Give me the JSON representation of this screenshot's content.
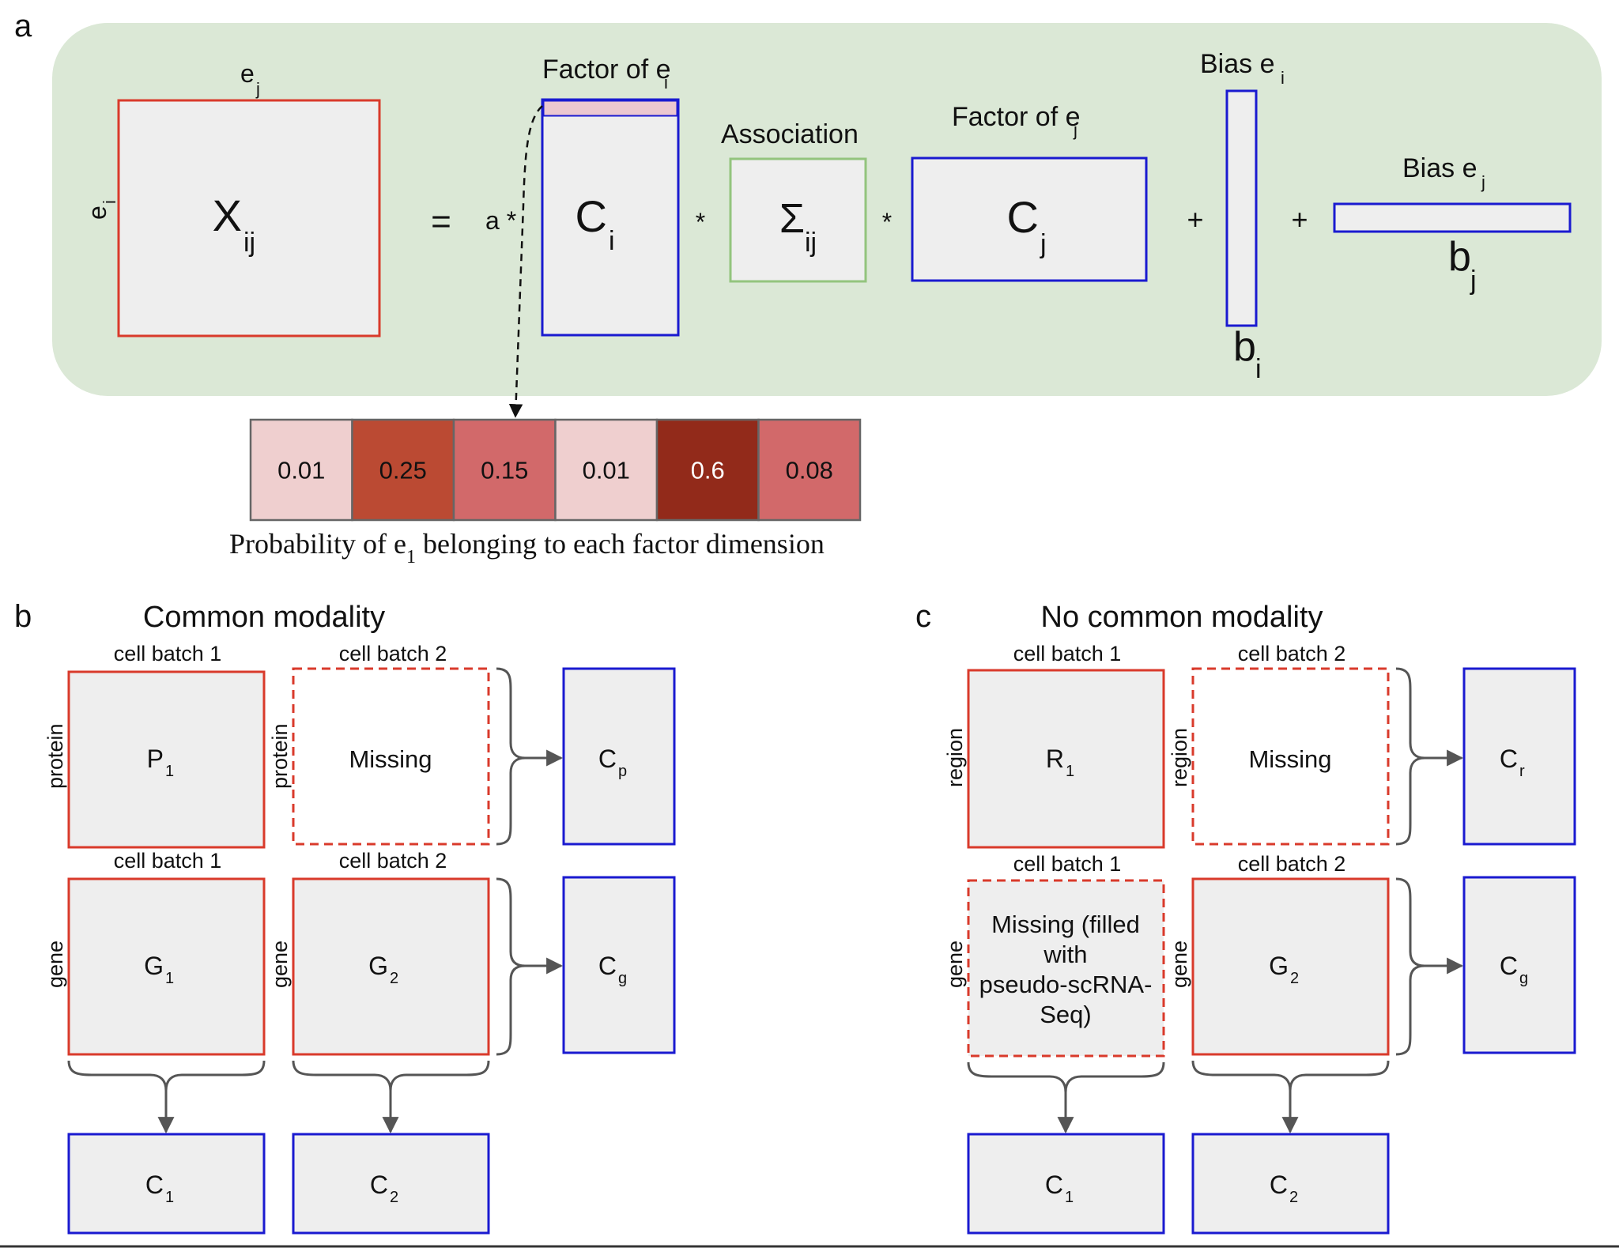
{
  "colors": {
    "panel_bg": "#dbe8d6",
    "box_fill": "#eeeeee",
    "red_border": "#d93a2b",
    "blue_border": "#1a1ad0",
    "green_border": "#93c47d",
    "pink_highlight": "#ecc8d0",
    "connector": "#555555",
    "dark_text": "#111111",
    "heat_text_light": "#ffffff"
  },
  "panel_a": {
    "letter": "a",
    "x_sub": "ij",
    "ej_top": "e",
    "ej_top_sub": "j",
    "ei_side": "e",
    "ei_side_sub": "i",
    "equals": "=",
    "a_times": "a *",
    "factor_ei_label": "Factor of e",
    "factor_ei_sub": "i",
    "ci": "C",
    "ci_sub": "i",
    "star1": "*",
    "association": "Association",
    "sigma": "Σ",
    "sigma_sub": "ij",
    "star2": "*",
    "factor_ej_label": "Factor of e",
    "factor_ej_sub": "j",
    "cj": "C",
    "cj_sub": "j",
    "plus1": "+",
    "bias_ei_label": "Bias e",
    "bias_ei_sub": "i",
    "bi": "b",
    "bi_sub": "i",
    "plus2": "+",
    "bias_ej_label": "Bias e",
    "bias_ej_sub": "j",
    "bj": "b",
    "bj_sub": "j",
    "x_main": "X",
    "probabilities": [
      {
        "value": "0.01",
        "color": "#efcfcf",
        "text_color": "#111111"
      },
      {
        "value": "0.25",
        "color": "#bb4a33",
        "text_color": "#111111"
      },
      {
        "value": "0.15",
        "color": "#d2696a",
        "text_color": "#111111"
      },
      {
        "value": "0.01",
        "color": "#efcfcf",
        "text_color": "#111111"
      },
      {
        "value": "0.6",
        "color": "#922a1a",
        "text_color": "#ffffff"
      },
      {
        "value": "0.08",
        "color": "#d2696a",
        "text_color": "#111111"
      }
    ],
    "caption_pre": "Probability of e",
    "caption_sub": "1",
    "caption_post": " belonging to each factor dimension"
  },
  "panel_b": {
    "letter": "b",
    "title": "Common modality",
    "row1_left_header": "cell batch 1",
    "row1_right_header": "cell batch 2",
    "row2_left_header": "cell batch 1",
    "row2_right_header": "cell batch 2",
    "row1_side": "protein",
    "row2_side": "gene",
    "p1": "P",
    "p1_sub": "1",
    "missing": "Missing",
    "g1": "G",
    "g1_sub": "1",
    "g2": "G",
    "g2_sub": "2",
    "cp": "C",
    "cp_sub": "p",
    "cg": "C",
    "cg_sub": "g",
    "c1": "C",
    "c1_sub": "1",
    "c2": "C",
    "c2_sub": "2"
  },
  "panel_c": {
    "letter": "c",
    "title": "No common modality",
    "row1_left_header": "cell batch 1",
    "row1_right_header": "cell batch 2",
    "row2_left_header": "cell batch 1",
    "row2_right_header": "cell batch 2",
    "row1_side": "region",
    "row2_side": "gene",
    "r1": "R",
    "r1_sub": "1",
    "missing": "Missing",
    "missing_filled_lines": [
      "Missing (filled",
      "with",
      "pseudo-scRNA-",
      "Seq)"
    ],
    "g2": "G",
    "g2_sub": "2",
    "cr": "C",
    "cr_sub": "r",
    "cg": "C",
    "cg_sub": "g",
    "c1": "C",
    "c1_sub": "1",
    "c2": "C",
    "c2_sub": "2"
  }
}
